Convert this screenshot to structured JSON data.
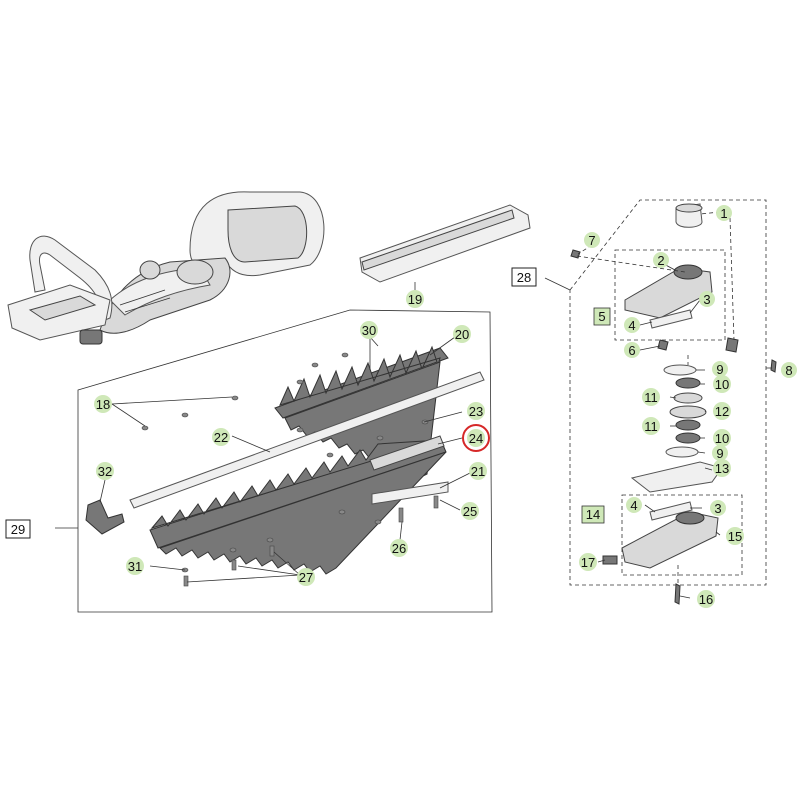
{
  "callouts": [
    {
      "id": "p1",
      "label": "1"
    },
    {
      "id": "p2",
      "label": "2"
    },
    {
      "id": "p3a",
      "label": "3"
    },
    {
      "id": "p3b",
      "label": "3"
    },
    {
      "id": "p4a",
      "label": "4"
    },
    {
      "id": "p4b",
      "label": "4"
    },
    {
      "id": "p5",
      "label": "5"
    },
    {
      "id": "p6",
      "label": "6"
    },
    {
      "id": "p7",
      "label": "7"
    },
    {
      "id": "p8",
      "label": "8"
    },
    {
      "id": "p9a",
      "label": "9"
    },
    {
      "id": "p9b",
      "label": "9"
    },
    {
      "id": "p10a",
      "label": "10"
    },
    {
      "id": "p10b",
      "label": "10"
    },
    {
      "id": "p11a",
      "label": "11"
    },
    {
      "id": "p11b",
      "label": "11"
    },
    {
      "id": "p12",
      "label": "12"
    },
    {
      "id": "p13",
      "label": "13"
    },
    {
      "id": "p14",
      "label": "14"
    },
    {
      "id": "p15",
      "label": "15"
    },
    {
      "id": "p16",
      "label": "16"
    },
    {
      "id": "p17",
      "label": "17"
    },
    {
      "id": "p18",
      "label": "18"
    },
    {
      "id": "p19",
      "label": "19"
    },
    {
      "id": "p20",
      "label": "20"
    },
    {
      "id": "p21",
      "label": "21"
    },
    {
      "id": "p22",
      "label": "22"
    },
    {
      "id": "p23",
      "label": "23"
    },
    {
      "id": "p24",
      "label": "24"
    },
    {
      "id": "p25",
      "label": "25"
    },
    {
      "id": "p26",
      "label": "26"
    },
    {
      "id": "p27",
      "label": "27"
    },
    {
      "id": "p28",
      "label": "28"
    },
    {
      "id": "p29",
      "label": "29"
    },
    {
      "id": "p30",
      "label": "30"
    },
    {
      "id": "p31",
      "label": "31"
    },
    {
      "id": "p32",
      "label": "32"
    }
  ],
  "highlight": {
    "label": "24",
    "color": "#d62828"
  },
  "colors": {
    "bubble": "#cfe8b8",
    "line": "#333333",
    "highlight": "#d62828"
  }
}
